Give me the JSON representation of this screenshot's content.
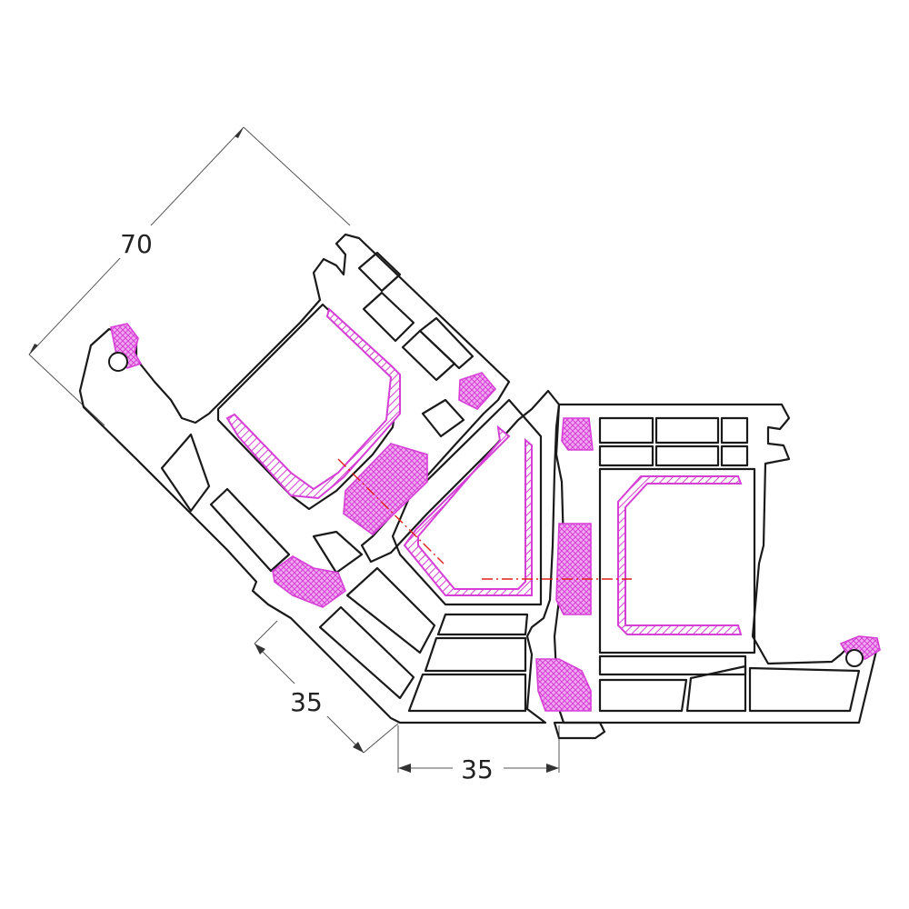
{
  "dimensions": {
    "top_width": "70",
    "lower_left": "35",
    "lower_right": "35"
  },
  "colors": {
    "profile_stroke": "#1a1a1a",
    "gasket": "#d63fd6",
    "steel_reinforcement": "#d63fd6",
    "axis_line": "#e0201a",
    "dimension_line": "#555555"
  }
}
